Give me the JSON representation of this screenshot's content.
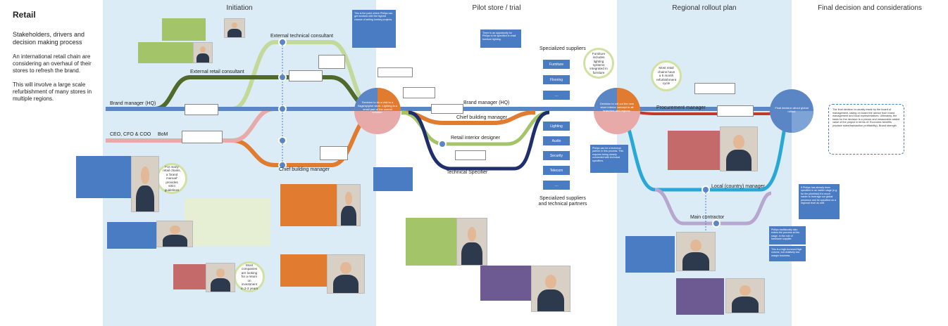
{
  "sidebar": {
    "title": "Retail",
    "subtitle": "Stakeholders, drivers and decision making process",
    "para1": "An international retail chain are considering an overhaul of their stores to refresh the brand.",
    "para2": "This will involve a large scale refurbishment of many stores in multiple regions."
  },
  "phases": {
    "initiation": "Initiation",
    "pilot": "Pilot store / trial",
    "regional": "Regional rollout plan",
    "final": "Final decision and considerations"
  },
  "colors": {
    "phase_bg": "#dcecf6",
    "brand_manager": "#5b86c5",
    "ceo": "#e8a9a9",
    "external_retail": "#4f6a2a",
    "external_technical": "#c3d99a",
    "chief_building": "#e07b30",
    "retail_interior": "#a4c46a",
    "technical_specifier": "#1f2f6b",
    "procurement": "#c0392b",
    "local_manager": "#29a8d8",
    "main_contractor": "#b7a6cf"
  },
  "lanes": {
    "brand_manager_hq": "Brand manager (HQ)",
    "brand_manager_hq_2": "Brand manager (HQ)",
    "ceo": "CEO, CFO & COO",
    "bom": "BoM",
    "external_retail": "External retail consultant",
    "external_technical": "External technical consultant",
    "chief_building": "Chief building manager",
    "chief_building_2": "Chief building manager",
    "retail_interior": "Retail interior designer",
    "technical_specifier": "Technical Specifier",
    "procurement": "Procurement manager",
    "local_manager": "Local (country) manager",
    "main_contractor": "Main contractor",
    "specialized_suppliers": "Specialized suppliers",
    "specialized_suppliers_tech": "Specialized suppliers and technical partners"
  },
  "suppliers": {
    "top": [
      "Furniture",
      "Flooring",
      "...."
    ],
    "bottom": [
      "Lighting",
      "Audio",
      "Security",
      "Telecom",
      "...."
    ]
  },
  "bubbles": {
    "retail_chains": "For many retail chains, a 'brand manual' provides strict guidelines",
    "most_companies": "Most companies are looking for a return on investment in 2-3 years",
    "furniture": "Furniture includes lighting systems integrated in furniture",
    "refurbishment": "Most retail chains have a 5 month refurbishment cycle"
  },
  "pies": {
    "pilot_decision": "Decision to do a visit to a flagship/pilot store. Lighting is a small part of the overall solution.",
    "rollout_decision": "Decision to roll out the new store interior concept to all branches and regions.",
    "final_decision": "Final decision about global rollout"
  },
  "notes": {
    "philips_involved": "This is the point where Philips can get involved with the highest chance of selling turnkey projects.",
    "philips_opportunity": "There is an opportunity for Philips to be specified in retail furniture lighting.",
    "philips_partner": "Philips can be a technical partner in this process. This requires being closely connected with technical specifiers.",
    "philips_specified": "If Philips has already been specified in an earlier stage (e.g. for the pilot/trial) it is much easier to leverage our global presence and be specified on a regional level as well.",
    "philips_traditional": "Philips traditionally also enters the process at this stage, in the role of hardware supplier.",
    "philips_tender": "This is a high-turnover/high volume, but relatively low margin business.",
    "final_call": "The final decision is usually made by the board of management, taking on board the advice from brand management and local representatives. Ultimately, the basis for the decision is a proven and measurable added value of the project in terms of: Economic benefits (replace sales/transaction profitability), Brand strength"
  }
}
